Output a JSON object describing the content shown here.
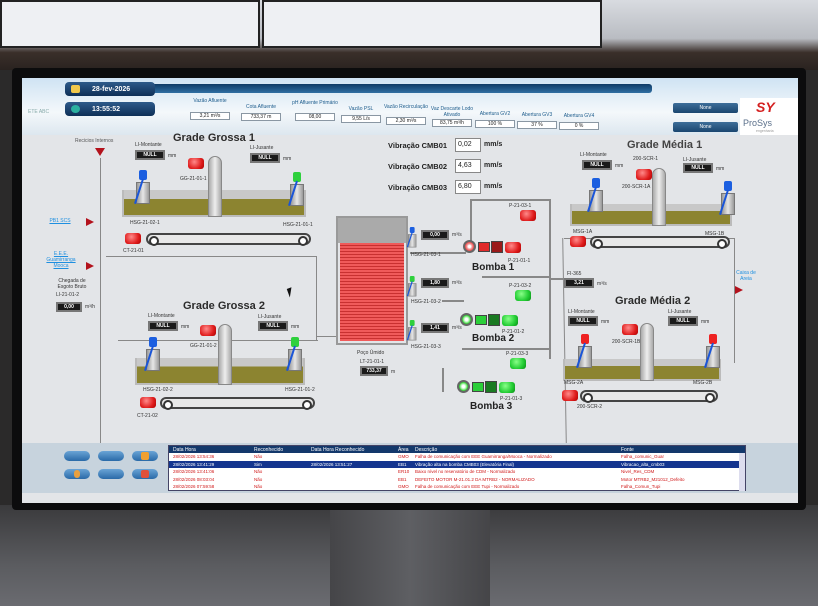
{
  "header": {
    "date": "28-fev-2026",
    "time": "13:55:52",
    "station": "ETE ABC",
    "metrics": [
      {
        "label": "Vazão Afluente",
        "value": "3,21 m³/s"
      },
      {
        "label": "Cota Afluente",
        "value": "733,37 m"
      },
      {
        "label": "pH Afluente Primário",
        "value": "08,00"
      },
      {
        "label": "Vazão PSL",
        "value": "9,55 L/s"
      },
      {
        "label": "Vazão Recirculação",
        "value": "2,30 m³/s"
      },
      {
        "label": "Vaz Descarte Lodo Ativado",
        "value": "83,75 m³/h"
      },
      {
        "label": "Abertura GV2",
        "value": "100 %"
      },
      {
        "label": "Abertura GV3",
        "value": "37 %"
      },
      {
        "label": "Abertura GV4",
        "value": "0 %"
      }
    ],
    "buttons": [
      "None",
      "None"
    ],
    "logo": {
      "mark": "SY",
      "name": "ProSys",
      "sub": "engenharia"
    }
  },
  "left": {
    "recicios": "Recicios Internos",
    "pb1": "PB1 SCS",
    "eee": "E.E.E. Guamirranga Mooca",
    "chegada": "Chegada de Esgoto Bruto",
    "chegada_tag": "LI-21-01-2",
    "chegada_value": "0,00",
    "chegada_unit": "m³/h"
  },
  "gg1": {
    "title": "Grade Grossa 1",
    "mont_label": "LI-Montante",
    "mont_value": "NULL",
    "jus_label": "LI-Jusante",
    "jus_value": "NULL",
    "unit": "mm",
    "motor": "GG-21-01-1",
    "gate_left": "HSG-21-02-1",
    "gate_right": "HSG-21-01-1",
    "conveyor": "CT-21-01"
  },
  "gg2": {
    "title": "Grade Grossa 2",
    "mont_label": "LI-Montante",
    "mont_value": "NULL",
    "jus_label": "LI-Jusante",
    "jus_value": "NULL",
    "unit": "mm",
    "motor": "GG-21-01-2",
    "gate_left": "HSG-21-02-2",
    "gate_right": "HSG-21-01-2",
    "conveyor": "CT-21-02"
  },
  "vibration": [
    {
      "label": "Vibração CMB01",
      "value": "0,02",
      "unit": "mm/s"
    },
    {
      "label": "Vibração CMB02",
      "value": "4,63",
      "unit": "mm/s"
    },
    {
      "label": "Vibração CMB03",
      "value": "6,80",
      "unit": "mm/s"
    }
  ],
  "poco": {
    "label": "Poço Úmido",
    "tag": "LT-21-01-1",
    "value": "733,37",
    "unit": "m",
    "level_percent": 80
  },
  "pumps": [
    {
      "name": "Bomba 1",
      "flow": "0,00",
      "unit": "m³/s",
      "gate": "HSG-21-03-1",
      "aux": "P-21-03-1",
      "motor": "P-21-01-1",
      "status_color": "#e33333"
    },
    {
      "name": "Bomba 2",
      "flow": "1,80",
      "unit": "m³/s",
      "gate": "HSG-21-03-2",
      "aux": "P-21-03-2",
      "motor": "P-21-01-2",
      "status_color": "#22cc33"
    },
    {
      "name": "Bomba 3",
      "flow": "1,41",
      "unit": "m³/s",
      "gate": "HSG-21-03-3",
      "aux": "P-21-03-3",
      "motor": "P-21-01-3",
      "status_color": "#22cc33"
    }
  ],
  "gm1": {
    "title": "Grade Média 1",
    "mont_label": "LI-Montante",
    "mont_value": "NULL",
    "jus_label": "LI-Jusante",
    "jus_value": "NULL",
    "unit": "mm",
    "motor_top": "200-SCR-1",
    "motor": "200-SCR-1A",
    "gate_left": "MSG-1A",
    "gate_right": "MSG-1B"
  },
  "gm2": {
    "title": "Grade Média 2",
    "mont_label": "LI-Montante",
    "mont_value": "NULL",
    "jus_label": "LI-Jusante",
    "jus_value": "NULL",
    "unit": "mm",
    "motor": "200-SCR-1B",
    "gate_left": "MSG-2A",
    "gate_right": "MSG-2B",
    "conveyor": "200-SCR-2"
  },
  "fi": {
    "tag": "FI-365",
    "value": "3,21",
    "unit": "m³/s"
  },
  "caixa": "Caixa de Areia",
  "alarms": {
    "columns": [
      "Data Hora",
      "Reconhecido",
      "Data Hora Reconhecido",
      "Área",
      "Descrição",
      "Fonte"
    ],
    "rows": [
      [
        "28/02/2026 13:54:36",
        "Não",
        "",
        "GMO",
        "Falha de comunicação com EEE Guamirranga/Mooca - Normalizado",
        "Falha_comunic_Guar"
      ],
      [
        "28/02/2026 13:41:29",
        "Sim",
        "28/02/2026 13:51:27",
        "EB1",
        "Vibração alta na bomba CMB03 (Elevatória Final)",
        "Vibracao_alta_cmb03"
      ],
      [
        "28/02/2026 13:41:06",
        "Não",
        "",
        "ER10",
        "Baixo nível no reservatório de CDM - Normalizado",
        "Nivel_Res_CDM"
      ],
      [
        "28/02/2026 08:03:04",
        "Não",
        "",
        "EB1",
        "DEFEITO MOTOR M-21.01.2 DA MTRB2 - NORMALIZADO",
        "Motor MTRB2_M21012_Defeito"
      ],
      [
        "28/02/2026 07:59:58",
        "Não",
        "",
        "GMO",
        "Falha de comunicação com EEE Tupi - Normalizado",
        "Falha_Comun_Tupi"
      ]
    ]
  }
}
